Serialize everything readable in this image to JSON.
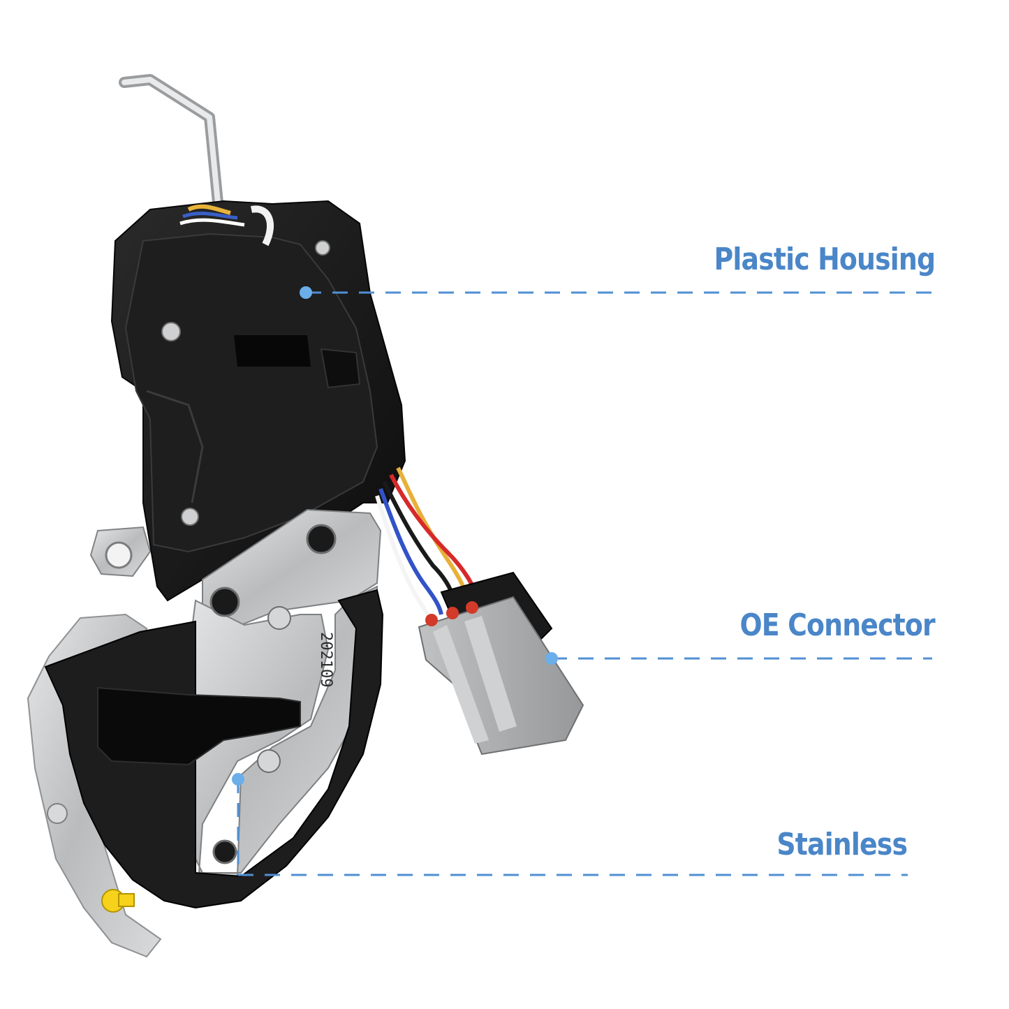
{
  "callouts": {
    "housing": {
      "label": "Plastic Housing"
    },
    "connector": {
      "label": "OE Connector"
    },
    "stainless": {
      "label": "Stainless"
    }
  },
  "stamp_text": "202109",
  "colors": {
    "label": "#4a86c8",
    "line": "#4f8fd4",
    "dot": "#6aaeea",
    "housing": "#151515",
    "metal": "#c4c6c8",
    "foam": "#1d1d1d",
    "connector": "#a9abad"
  }
}
